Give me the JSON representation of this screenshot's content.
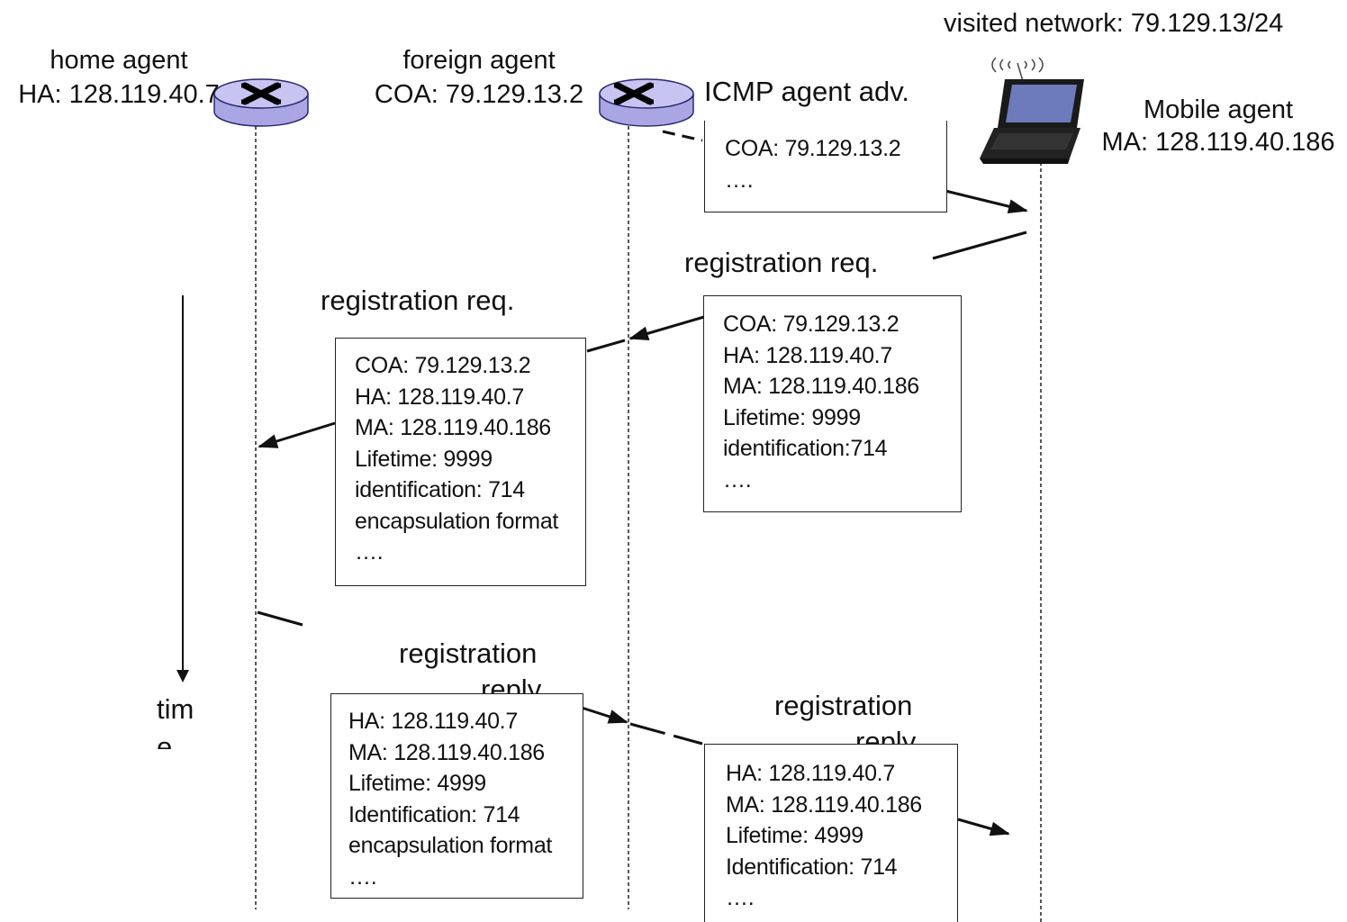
{
  "header": {
    "visited_network": "visited network: 79.129.13/24"
  },
  "actors": {
    "home": {
      "name": "home agent",
      "address": "HA: 128.119.40.7"
    },
    "foreign": {
      "name": "foreign agent",
      "address": "COA: 79.129.13.2"
    },
    "mobile": {
      "name": "Mobile agent",
      "address": "MA: 128.119.40.186"
    }
  },
  "time_label": {
    "line1": "tim",
    "line2": "e"
  },
  "messages": {
    "icmp_adv": {
      "label": "ICMP agent adv.",
      "lines": [
        "COA: 79.129.13.2",
        "…."
      ]
    },
    "reg_req_mobile": {
      "label": "registration req.",
      "lines": [
        "COA: 79.129.13.2",
        "HA: 128.119.40.7",
        "MA: 128.119.40.186",
        "Lifetime: 9999",
        "identification:714",
        "…."
      ]
    },
    "reg_req_foreign": {
      "label": "registration req.",
      "lines": [
        "COA: 79.129.13.2",
        "HA: 128.119.40.7",
        "MA: 128.119.40.186",
        "Lifetime: 9999",
        "identification: 714",
        "encapsulation format",
        "…."
      ]
    },
    "reg_reply_home": {
      "label_line1": "registration",
      "label_line2": "reply",
      "lines": [
        "HA: 128.119.40.7",
        "MA: 128.119.40.186",
        "Lifetime: 4999",
        "Identification: 714",
        "encapsulation format",
        "…."
      ]
    },
    "reg_reply_foreign": {
      "label_line1": "registration",
      "label_line2": "reply",
      "lines": [
        "HA: 128.119.40.7",
        "MA: 128.119.40.186",
        "Lifetime: 4999",
        "Identification: 714",
        "…."
      ]
    }
  },
  "colors": {
    "router_fill": "#c7c4f2",
    "router_edge": "#2a2a6a",
    "line": "#111111"
  }
}
